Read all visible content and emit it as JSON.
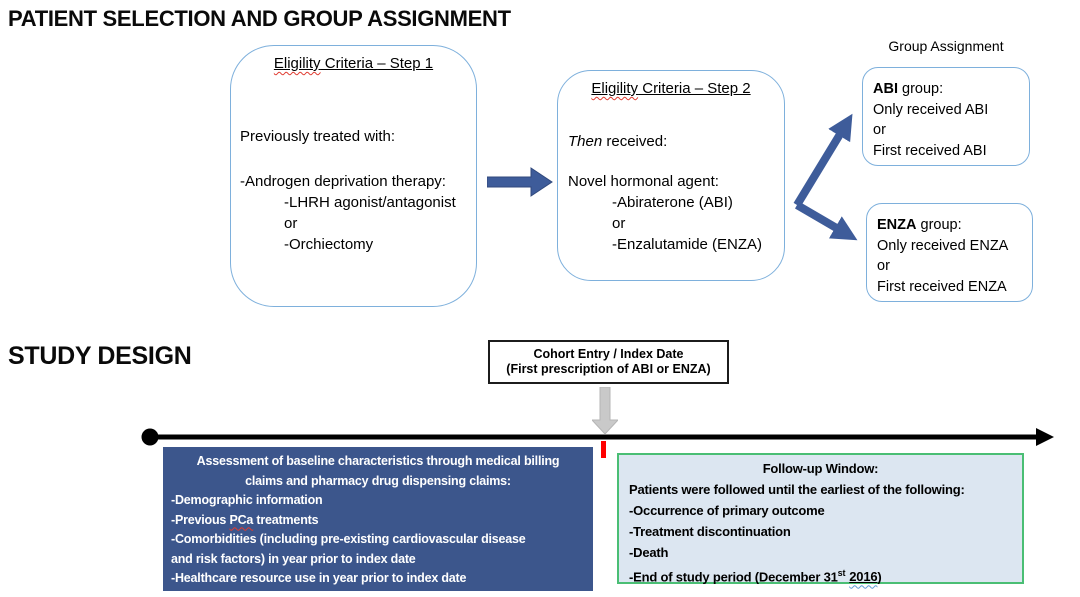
{
  "page": {
    "title": "PATIENT SELECTION AND GROUP ASSIGNMENT",
    "section2_title": "STUDY DESIGN"
  },
  "selection": {
    "step1": {
      "title_misspelled": "Eligility",
      "title_rest": " Criteria – Step 1",
      "intro": "Previously treated with:",
      "item": "-Androgen deprivation therapy:",
      "subitems": [
        "-LHRH agonist/antagonist",
        "or",
        "-Orchiectomy"
      ]
    },
    "step2": {
      "title_misspelled": "Eligility",
      "title_rest": " Criteria – Step 2",
      "intro_italic": "Then",
      "intro_rest": " received:",
      "item": "Novel hormonal agent:",
      "subitems": [
        "-Abiraterone (ABI)",
        "or",
        "-Enzalutamide (ENZA)"
      ]
    },
    "group_assignment_label": "Group Assignment",
    "abi_box": {
      "title_bold": "ABI",
      "title_rest": " group:",
      "lines": [
        "Only received ABI",
        "or",
        "First received ABI"
      ]
    },
    "enza_box": {
      "title_bold": "ENZA",
      "title_rest": " group:",
      "lines": [
        "Only received ENZA",
        "or",
        "First received ENZA"
      ]
    }
  },
  "study_design": {
    "cohort_box": {
      "line1": "Cohort Entry / Index Date",
      "line2": "(First prescription of ABI or ENZA)"
    },
    "baseline_box": {
      "heading_line1": "Assessment of baseline characteristics through medical billing",
      "heading_line2": "claims and pharmacy drug dispensing claims:",
      "item1": "-Demographic information",
      "item2_pre": "-Previous ",
      "item2_word": "PCa",
      "item2_post": " treatments",
      "item3_line1": "-Comorbidities (including pre-existing cardiovascular disease",
      "item3_line2": "and risk factors) in year prior to index date",
      "item4": "-Healthcare resource use in year prior to index date"
    },
    "followup_box": {
      "title": "Follow-up Window:",
      "subtitle": "Patients were followed until the earliest of the following:",
      "item1": "-Occurrence of primary outcome",
      "item2": "-Treatment discontinuation",
      "item3": "-Death",
      "item4_pre": "-End of study period (December 31",
      "item4_sup": "st",
      "item4_underline": "2016",
      "item4_post": ")"
    }
  },
  "colors": {
    "box_border_blue": "#7EB0DC",
    "arrow_blue": "#3E5C9A",
    "baseline_bg": "#3C568C",
    "followup_bg": "#DCE6F1",
    "followup_border": "#4ABE74",
    "index_tick_red": "#FF0000",
    "gray_arrow": "#C9C9C9",
    "timeline_black": "#000000"
  }
}
